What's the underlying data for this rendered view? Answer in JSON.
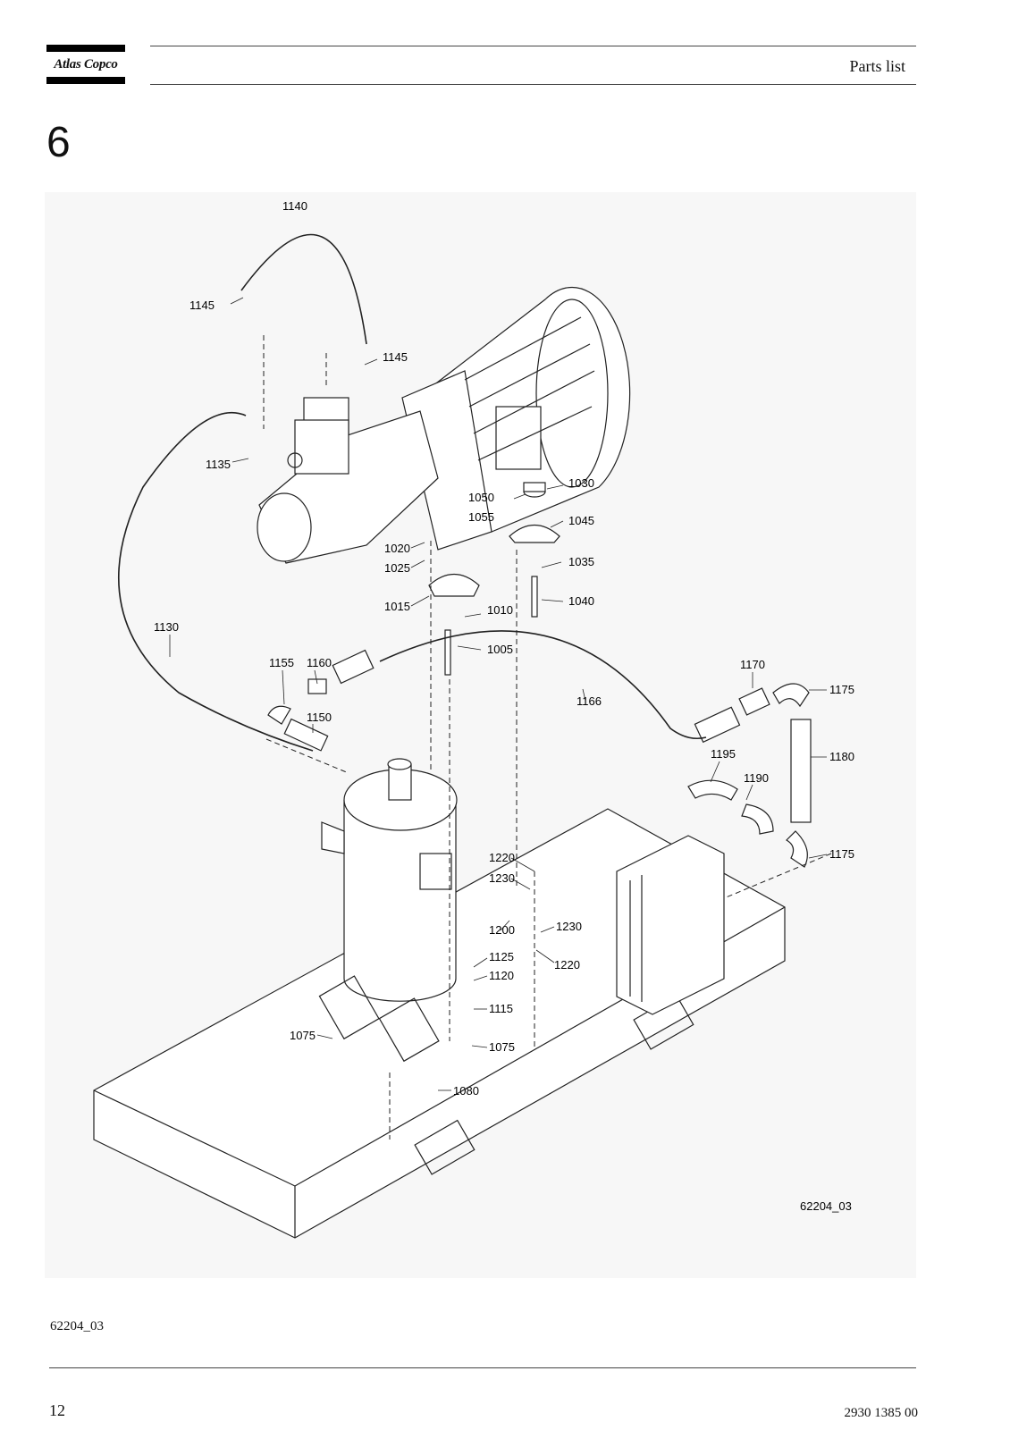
{
  "header": {
    "logo_text": "Atlas Copco",
    "section_title": "Parts list"
  },
  "chapter_number": "6",
  "figure": {
    "image_code": "62204_03",
    "part_labels": [
      "1140",
      "1145",
      "1145",
      "1135",
      "1130",
      "1050",
      "1030",
      "1055",
      "1045",
      "1020",
      "1035",
      "1025",
      "1015",
      "1010",
      "1040",
      "1005",
      "1155",
      "1160",
      "1150",
      "1170",
      "1175",
      "1166",
      "1180",
      "1195",
      "1190",
      "1175",
      "1220",
      "1230",
      "1200",
      "1230",
      "1220",
      "1125",
      "1120",
      "1115",
      "1075",
      "1075",
      "1080"
    ]
  },
  "caption": "62204_03",
  "footer": {
    "page_number": "12",
    "doc_number": "2930 1385 00"
  }
}
